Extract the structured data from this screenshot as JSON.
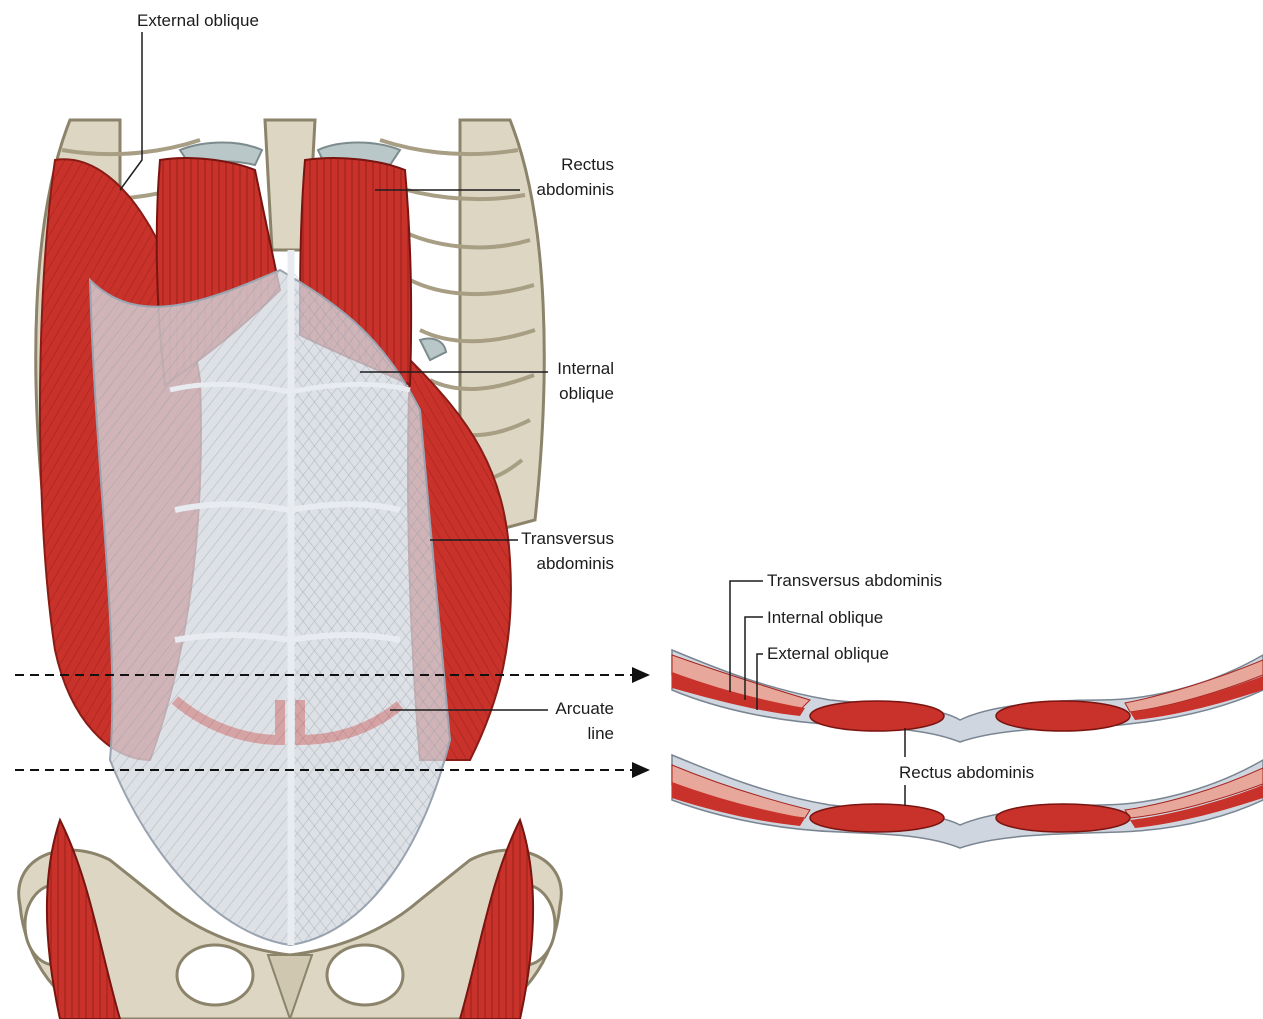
{
  "labels": {
    "external_oblique": "External oblique",
    "rectus_abdominis": [
      "Rectus",
      "abdominis"
    ],
    "internal_oblique": [
      "Internal",
      "oblique"
    ],
    "transversus_abdominis": [
      "Transversus",
      "abdominis"
    ],
    "arcuate_line": [
      "Arcuate",
      "line"
    ]
  },
  "section_labels": {
    "transversus_abdominis": "Transversus abdominis",
    "internal_oblique": "Internal oblique",
    "external_oblique": "External oblique",
    "rectus_abdominis": "Rectus abdominis"
  },
  "colors": {
    "muscle": "#c8322a",
    "muscle_dark": "#a5241f",
    "muscle_light": "#e7a79a",
    "fascia": "#cfd6df",
    "bone": "#dcd6c3",
    "bone_shadow": "#a79e84",
    "cartilage": "#b9c7c8",
    "line": "#1c1c1c"
  }
}
